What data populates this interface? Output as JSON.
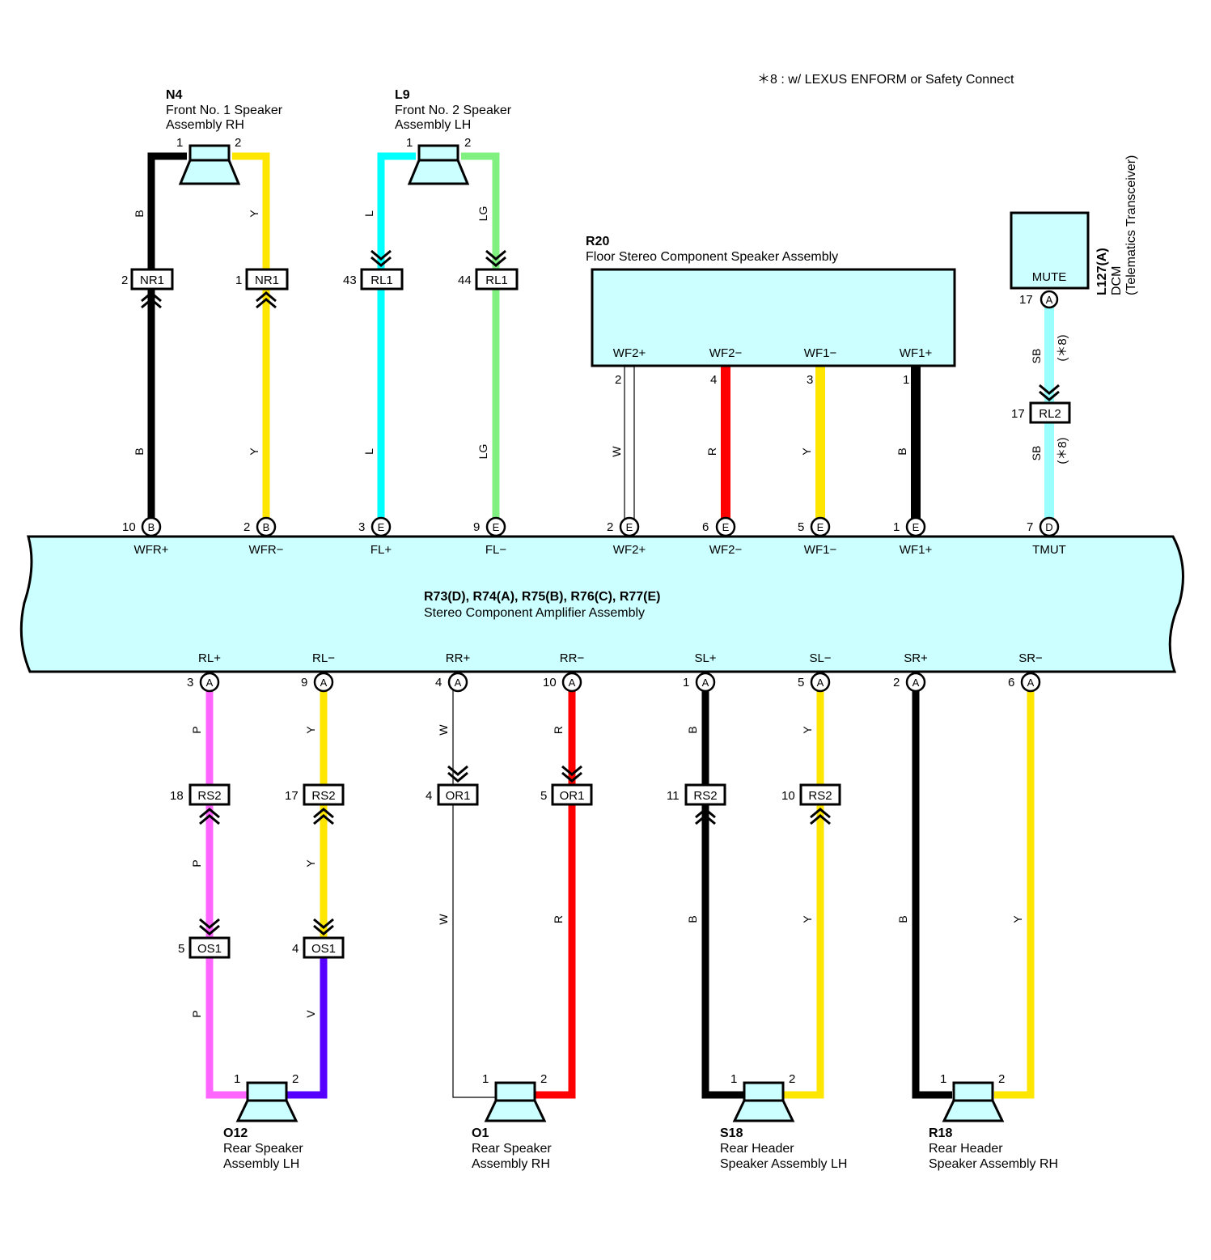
{
  "note": "＊8 : w/ LEXUS ENFORM or Safety Connect",
  "colors": {
    "B": "#000000",
    "Y": "#ffe600",
    "L": "#00ffff",
    "LG": "#80f080",
    "W": "#ffffff",
    "R": "#ff0000",
    "P": "#ff66ff",
    "V": "#5500ff",
    "SB": "#99ffff",
    "component": "#ccffff"
  },
  "amp": {
    "code": "R73(D), R74(A), R75(B), R76(C), R77(E)",
    "name": "Stereo Component Amplifier Assembly"
  },
  "components": {
    "n4": {
      "code": "N4",
      "l1": "Front No. 1 Speaker",
      "l2": "Assembly RH"
    },
    "l9": {
      "code": "L9",
      "l1": "Front No. 2 Speaker",
      "l2": "Assembly LH"
    },
    "r20": {
      "code": "R20",
      "l1": "Floor Stereo Component Speaker Assembly"
    },
    "l127": {
      "code": "L127(A)",
      "l1": "DCM",
      "l2": "(Telematics Transceiver)",
      "mute": "MUTE",
      "pin": "17",
      "conn": "A"
    },
    "o12": {
      "code": "O12",
      "l1": "Rear Speaker",
      "l2": "Assembly LH"
    },
    "o1": {
      "code": "O1",
      "l1": "Rear Speaker",
      "l2": "Assembly RH"
    },
    "s18": {
      "code": "S18",
      "l1": "Rear Header",
      "l2": "Speaker Assembly LH"
    },
    "r18": {
      "code": "R18",
      "l1": "Rear Header",
      "l2": "Speaker Assembly RH"
    }
  },
  "top_terminals": [
    {
      "pin": "10",
      "conn": "B",
      "sig": "WFR+",
      "color": "B"
    },
    {
      "pin": "2",
      "conn": "B",
      "sig": "WFR−",
      "color": "Y"
    },
    {
      "pin": "3",
      "conn": "E",
      "sig": "FL+",
      "color": "L"
    },
    {
      "pin": "9",
      "conn": "E",
      "sig": "FL−",
      "color": "LG"
    },
    {
      "pin": "2",
      "conn": "E",
      "sig": "WF2+",
      "color": "W"
    },
    {
      "pin": "6",
      "conn": "E",
      "sig": "WF2−",
      "color": "R"
    },
    {
      "pin": "5",
      "conn": "E",
      "sig": "WF1−",
      "color": "Y"
    },
    {
      "pin": "1",
      "conn": "E",
      "sig": "WF1+",
      "color": "B"
    },
    {
      "pin": "7",
      "conn": "D",
      "sig": "TMUT",
      "color": "SB"
    }
  ],
  "bottom_terminals": [
    {
      "pin": "3",
      "conn": "A",
      "sig": "RL+",
      "color": "P"
    },
    {
      "pin": "9",
      "conn": "A",
      "sig": "RL−",
      "color": "Y"
    },
    {
      "pin": "4",
      "conn": "A",
      "sig": "RR+",
      "color": "W"
    },
    {
      "pin": "10",
      "conn": "A",
      "sig": "RR−",
      "color": "R"
    },
    {
      "pin": "1",
      "conn": "A",
      "sig": "SL+",
      "color": "B"
    },
    {
      "pin": "5",
      "conn": "A",
      "sig": "SL−",
      "color": "Y"
    },
    {
      "pin": "2",
      "conn": "A",
      "sig": "SR+",
      "color": "B"
    },
    {
      "pin": "6",
      "conn": "A",
      "sig": "SR−",
      "color": "Y"
    }
  ],
  "r20_pins": [
    {
      "sig": "WF2+",
      "pin": "2"
    },
    {
      "sig": "WF2−",
      "pin": "4"
    },
    {
      "sig": "WF1−",
      "pin": "3"
    },
    {
      "sig": "WF1+",
      "pin": "1"
    }
  ],
  "top_connectors": [
    {
      "pin": "2",
      "name": "NR1"
    },
    {
      "pin": "1",
      "name": "NR1"
    },
    {
      "pin": "43",
      "name": "RL1"
    },
    {
      "pin": "44",
      "name": "RL1"
    },
    {
      "pin": "17",
      "name": "RL2"
    }
  ],
  "bottom_connectors": [
    {
      "pin": "18",
      "name": "RS2"
    },
    {
      "pin": "17",
      "name": "RS2"
    },
    {
      "pin": "4",
      "name": "OR1"
    },
    {
      "pin": "5",
      "name": "OR1"
    },
    {
      "pin": "11",
      "name": "RS2"
    },
    {
      "pin": "10",
      "name": "RS2"
    },
    {
      "pin": "5",
      "name": "OS1"
    },
    {
      "pin": "4",
      "name": "OS1"
    }
  ],
  "speaker_pins": {
    "p1": "1",
    "p2": "2"
  },
  "sb_note": "(＊8)"
}
